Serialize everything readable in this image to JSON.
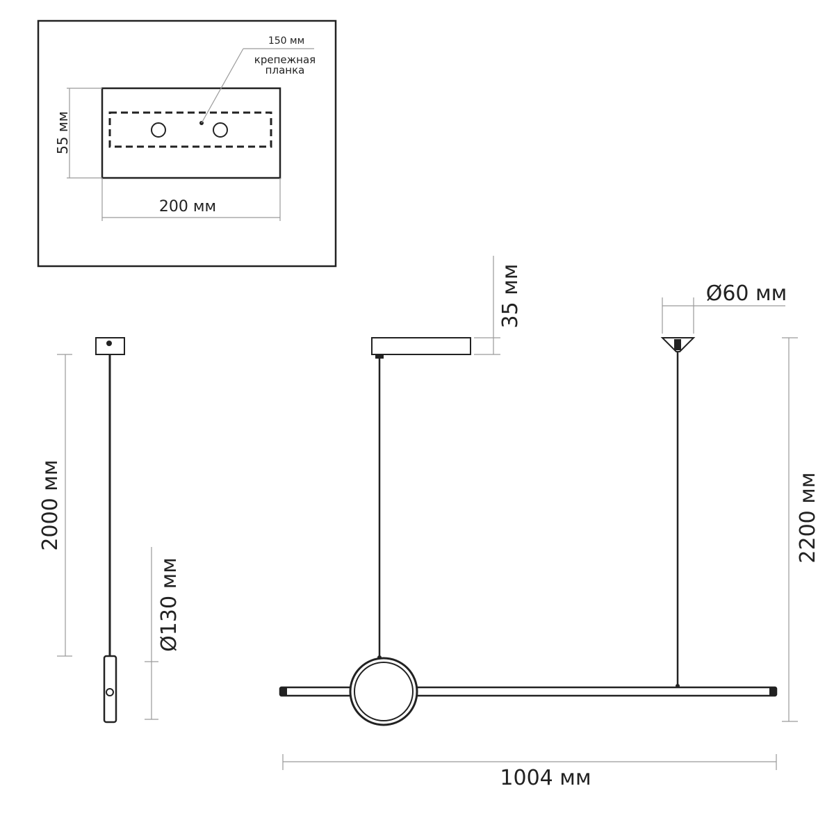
{
  "colors": {
    "line": "#222222",
    "dimension_line": "#9a9a9a",
    "background": "#ffffff"
  },
  "canopy_detail": {
    "width_label": "200 мм",
    "height_label": "55 мм",
    "plate_length_label": "150 мм",
    "plate_caption_line1": "крепежная",
    "plate_caption_line2": "планка"
  },
  "side_view": {
    "cable_length_label": "2000 мм",
    "diameter_label": "Ø130 мм"
  },
  "front_view": {
    "canopy_height_label": "35 мм",
    "canopy_diameter_label": "Ø60 мм",
    "total_height_label": "2200 мм",
    "total_length_label": "1004 мм"
  }
}
